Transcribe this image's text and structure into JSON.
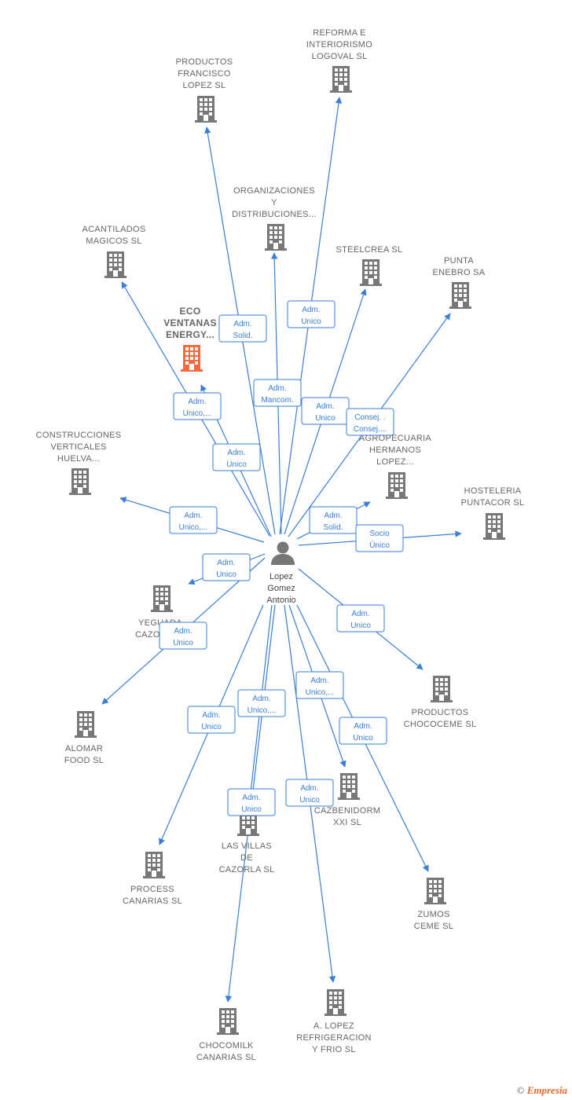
{
  "center": {
    "lines": [
      "Lopez",
      "Gomez",
      "Antonio"
    ]
  },
  "nodes": [
    {
      "id": "productos-francisco",
      "lines": [
        "PRODUCTOS",
        "FRANCISCO",
        "LOPEZ  SL"
      ],
      "highlight": false
    },
    {
      "id": "reforma-interiorismo",
      "lines": [
        "REFORMA E",
        "INTERIORISMO",
        "LOGOVAL  SL"
      ],
      "highlight": false
    },
    {
      "id": "organizaciones",
      "lines": [
        "ORGANIZACIONES",
        "Y",
        "DISTRIBUCIONES..."
      ],
      "highlight": false
    },
    {
      "id": "acantilados",
      "lines": [
        "ACANTILADOS",
        "MAGICOS  SL"
      ],
      "highlight": false
    },
    {
      "id": "steelcrea",
      "lines": [
        "STEELCREA SL"
      ],
      "highlight": false
    },
    {
      "id": "punta-enebro",
      "lines": [
        "PUNTA",
        "ENEBRO SA"
      ],
      "highlight": false
    },
    {
      "id": "eco-ventanas",
      "lines": [
        "ECO",
        "VENTANAS",
        "ENERGY..."
      ],
      "highlight": true
    },
    {
      "id": "construcciones",
      "lines": [
        "CONSTRUCCIONES",
        "VERTICALES",
        "HUELVA..."
      ],
      "highlight": false
    },
    {
      "id": "agropecuaria",
      "lines": [
        "AGROPECUARIA",
        "HERMANOS",
        "LOPEZ..."
      ],
      "highlight": false
    },
    {
      "id": "hosteleria",
      "lines": [
        "HOSTELERIA",
        "PUNTACOR  SL"
      ],
      "highlight": false
    },
    {
      "id": "yeguada",
      "lines": [
        "YEGUADA",
        "CAZORLA..."
      ],
      "highlight": false
    },
    {
      "id": "alomar",
      "lines": [
        "ALOMAR",
        "FOOD  SL"
      ],
      "highlight": false
    },
    {
      "id": "productos-chococeme",
      "lines": [
        "PRODUCTOS",
        "CHOCOCEME SL"
      ],
      "highlight": false
    },
    {
      "id": "cazbenidorm",
      "lines": [
        "CAZBENIDORM",
        "XXI  SL"
      ],
      "highlight": false
    },
    {
      "id": "las-villas",
      "lines": [
        "LAS VILLAS",
        "DE",
        "CAZORLA  SL"
      ],
      "highlight": false
    },
    {
      "id": "process-canarias",
      "lines": [
        "PROCESS",
        "CANARIAS  SL"
      ],
      "highlight": false
    },
    {
      "id": "zumos-ceme",
      "lines": [
        "ZUMOS",
        "CEME SL"
      ],
      "highlight": false
    },
    {
      "id": "chocomilk",
      "lines": [
        "CHOCOMILK",
        "CANARIAS  SL"
      ],
      "highlight": false
    },
    {
      "id": "a-lopez-refrigeracion",
      "lines": [
        "A.  LOPEZ",
        "REFRIGERACION",
        "Y FRIO SL"
      ],
      "highlight": false
    }
  ],
  "relations": [
    {
      "target": "productos-francisco",
      "lines": [
        "Adm.",
        "Solid."
      ]
    },
    {
      "target": "reforma-interiorismo",
      "lines": [
        "Adm.",
        "Unico"
      ]
    },
    {
      "target": "organizaciones",
      "lines": [
        "Adm.",
        "Mancom."
      ]
    },
    {
      "target": "acantilados",
      "lines": [
        "Adm.",
        "Unico"
      ]
    },
    {
      "target": "eco-ventanas",
      "lines": [
        "Adm.",
        "Unico,..."
      ]
    },
    {
      "target": "steelcrea",
      "lines": [
        "Adm.",
        "Unico"
      ]
    },
    {
      "target": "punta-enebro",
      "lines": [
        "Consej. .",
        "Consej...."
      ]
    },
    {
      "target": "construcciones",
      "lines": [
        "Adm.",
        "Unico,..."
      ]
    },
    {
      "target": "agropecuaria",
      "lines": [
        "Adm.",
        "Solid."
      ]
    },
    {
      "target": "hosteleria",
      "lines": [
        "Socio",
        "Único"
      ]
    },
    {
      "target": "yeguada",
      "lines": [
        "Adm.",
        "Unico"
      ]
    },
    {
      "target": "alomar",
      "lines": [
        "Adm.",
        "Unico"
      ]
    },
    {
      "target": "productos-chococeme",
      "lines": [
        "Adm.",
        "Unico"
      ]
    },
    {
      "target": "cazbenidorm",
      "lines": [
        "Adm.",
        "Unico,..."
      ]
    },
    {
      "target": "las-villas",
      "lines": [
        "Adm.",
        "Unico,..."
      ]
    },
    {
      "target": "process-canarias",
      "lines": [
        "Adm.",
        "Unico"
      ]
    },
    {
      "target": "zumos-ceme",
      "lines": [
        "Adm.",
        "Unico"
      ]
    },
    {
      "target": "chocomilk",
      "lines": [
        "Adm.",
        "Unico"
      ]
    },
    {
      "target": "a-lopez-refrigeracion",
      "lines": [
        "Adm.",
        "Unico"
      ]
    }
  ],
  "footer": {
    "copyright": "©",
    "brand": "Empresia"
  },
  "colors": {
    "edge": "#3a7fd5",
    "building": "#777777",
    "highlight": "#f26a3d",
    "person": "#777777"
  }
}
